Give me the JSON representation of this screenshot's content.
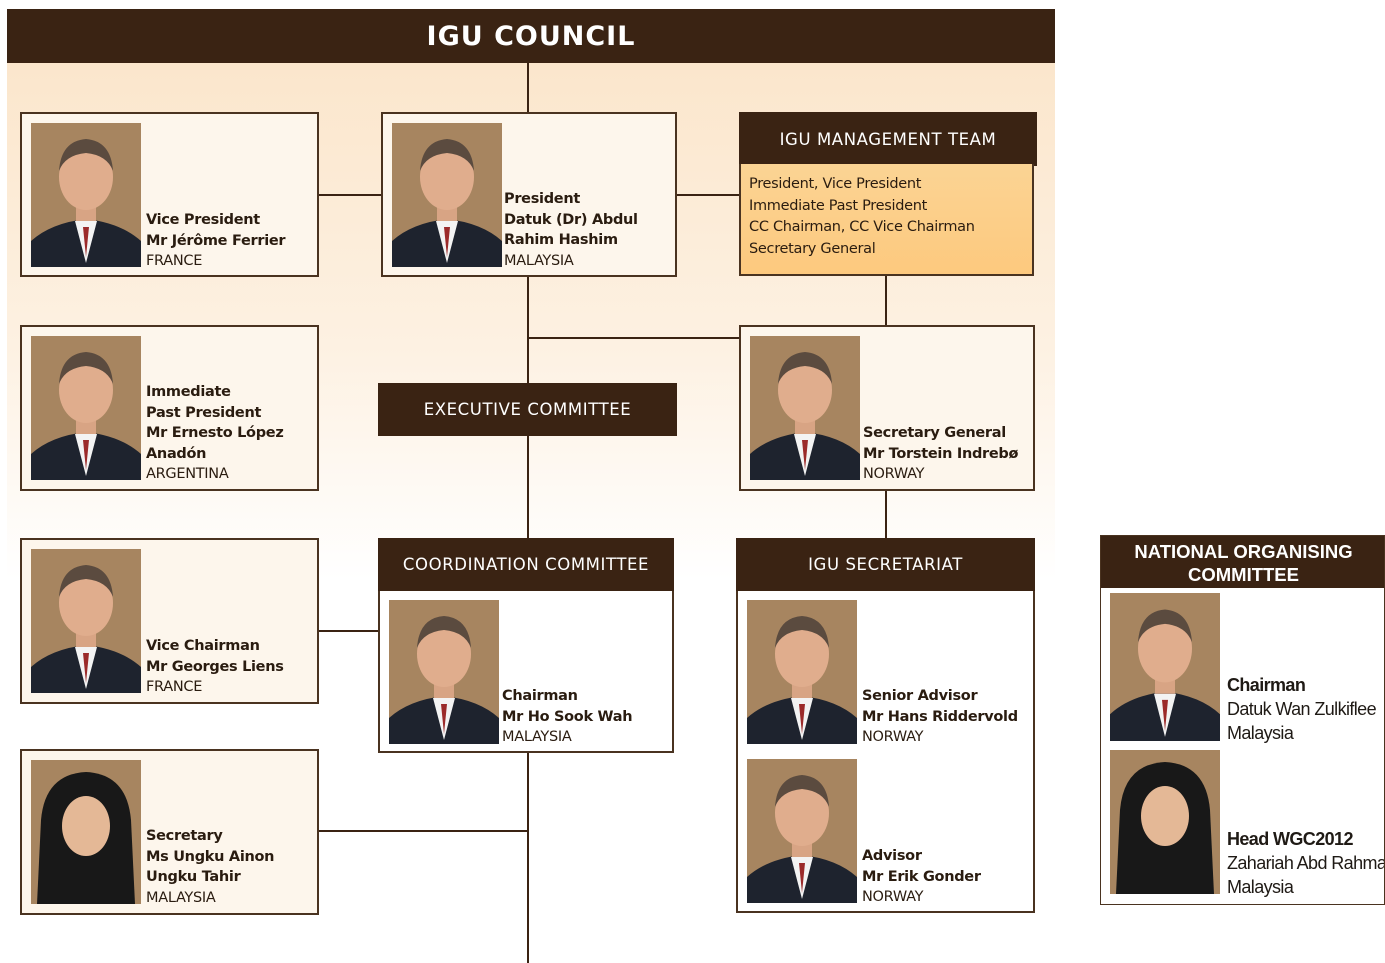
{
  "council": {
    "title": "IGU COUNCIL"
  },
  "people": {
    "vp_france": {
      "role": "Vice President",
      "name": "Mr Jérôme Ferrier",
      "country": "FRANCE"
    },
    "president": {
      "role": "President",
      "name1": "Datuk (Dr) Abdul",
      "name2": "Rahim Hashim",
      "country": "MALAYSIA"
    },
    "past_president": {
      "role1": "Immediate",
      "role2": "Past President",
      "name1": "Mr Ernesto López",
      "name2": "Anadón",
      "country": "ARGENTINA"
    },
    "vice_chairman": {
      "role": "Vice Chairman",
      "name": "Mr Georges Liens",
      "country": "FRANCE"
    },
    "secretary": {
      "role": "Secretary",
      "name1": "Ms Ungku Ainon",
      "name2": "Ungku Tahir",
      "country": "MALAYSIA"
    },
    "secretary_general": {
      "role": "Secretary General",
      "name": "Mr Torstein Indrebø",
      "country": "NORWAY"
    },
    "cc_chairman": {
      "role": "Chairman",
      "name": "Mr Ho Sook Wah",
      "country": "MALAYSIA"
    },
    "senior_advisor": {
      "role": "Senior Advisor",
      "name": "Mr Hans Riddervold",
      "country": "NORWAY"
    },
    "advisor": {
      "role": "Advisor",
      "name": "Mr Erik Gonder",
      "country": "NORWAY"
    }
  },
  "management": {
    "title": "IGU MANAGEMENT TEAM",
    "lines": [
      "President, Vice President",
      "Immediate Past President",
      "CC Chairman, CC Vice Chairman",
      "Secretary General"
    ]
  },
  "executive": {
    "title": "EXECUTIVE COMMITTEE"
  },
  "coordination": {
    "title": "COORDINATION COMMITTEE"
  },
  "secretariat": {
    "title": "IGU SECRETARIAT"
  },
  "noc": {
    "title1": "NATIONAL ORGANISING",
    "title2": "COMMITTEE",
    "chairman": {
      "role": "Chairman",
      "name": "Datuk Wan Zulkiflee",
      "country": "Malaysia"
    },
    "head": {
      "role": "Head WGC2012",
      "name": "Zahariah Abd Rahman",
      "country": "Malaysia"
    }
  },
  "colors": {
    "dark": "#3a2313",
    "mgmt_fill": "#fdc97e",
    "card_fill": "#fdf6ec"
  }
}
